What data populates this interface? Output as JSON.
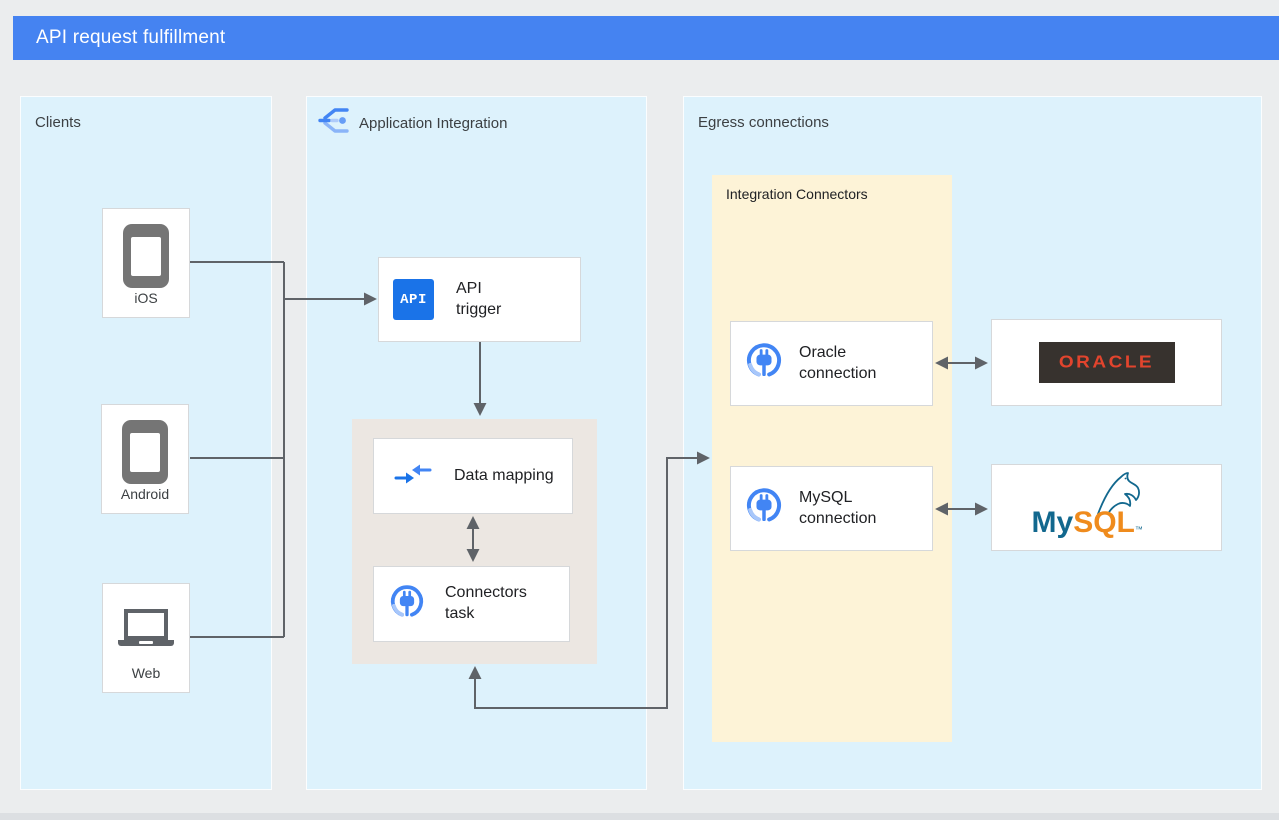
{
  "header": {
    "title": "API request fulfillment"
  },
  "clients": {
    "title": "Clients",
    "devices": [
      {
        "label": "iOS",
        "icon": "smartphone-icon"
      },
      {
        "label": "Android",
        "icon": "smartphone-icon"
      },
      {
        "label": "Web",
        "icon": "laptop-icon"
      }
    ]
  },
  "application_integration": {
    "title": "Application Integration",
    "icon": "application-integration-icon",
    "api_trigger": {
      "icon_text": "API",
      "label": "API trigger"
    },
    "data_mapping": {
      "label": "Data mapping"
    },
    "connectors_task": {
      "label": "Connectors task"
    }
  },
  "egress": {
    "title": "Egress connections",
    "integration_connectors": {
      "title": "Integration Connectors",
      "connections": [
        {
          "label": "Oracle connection",
          "icon": "integration-connector-icon"
        },
        {
          "label": "MySQL connection",
          "icon": "integration-connector-icon"
        }
      ]
    },
    "systems": [
      {
        "name": "Oracle",
        "logo_text": "ORACLE"
      },
      {
        "name": "MySQL",
        "logo_my": "My",
        "logo_sql": "SQL",
        "trademark": "™"
      }
    ]
  },
  "colors": {
    "header_bg": "#4583f1",
    "panel_bg": "#ddf2fc",
    "integration_connectors_bg": "#fdf3d7",
    "tasks_group_bg": "#ece7e2",
    "connector_line": "#5f6368",
    "google_blue": "#4285f4",
    "api_badge_blue": "#1a73e8",
    "oracle_red": "#e2442d",
    "oracle_logo_bg": "#37322e",
    "mysql_teal": "#12688e",
    "mysql_orange": "#ef8b1d"
  }
}
